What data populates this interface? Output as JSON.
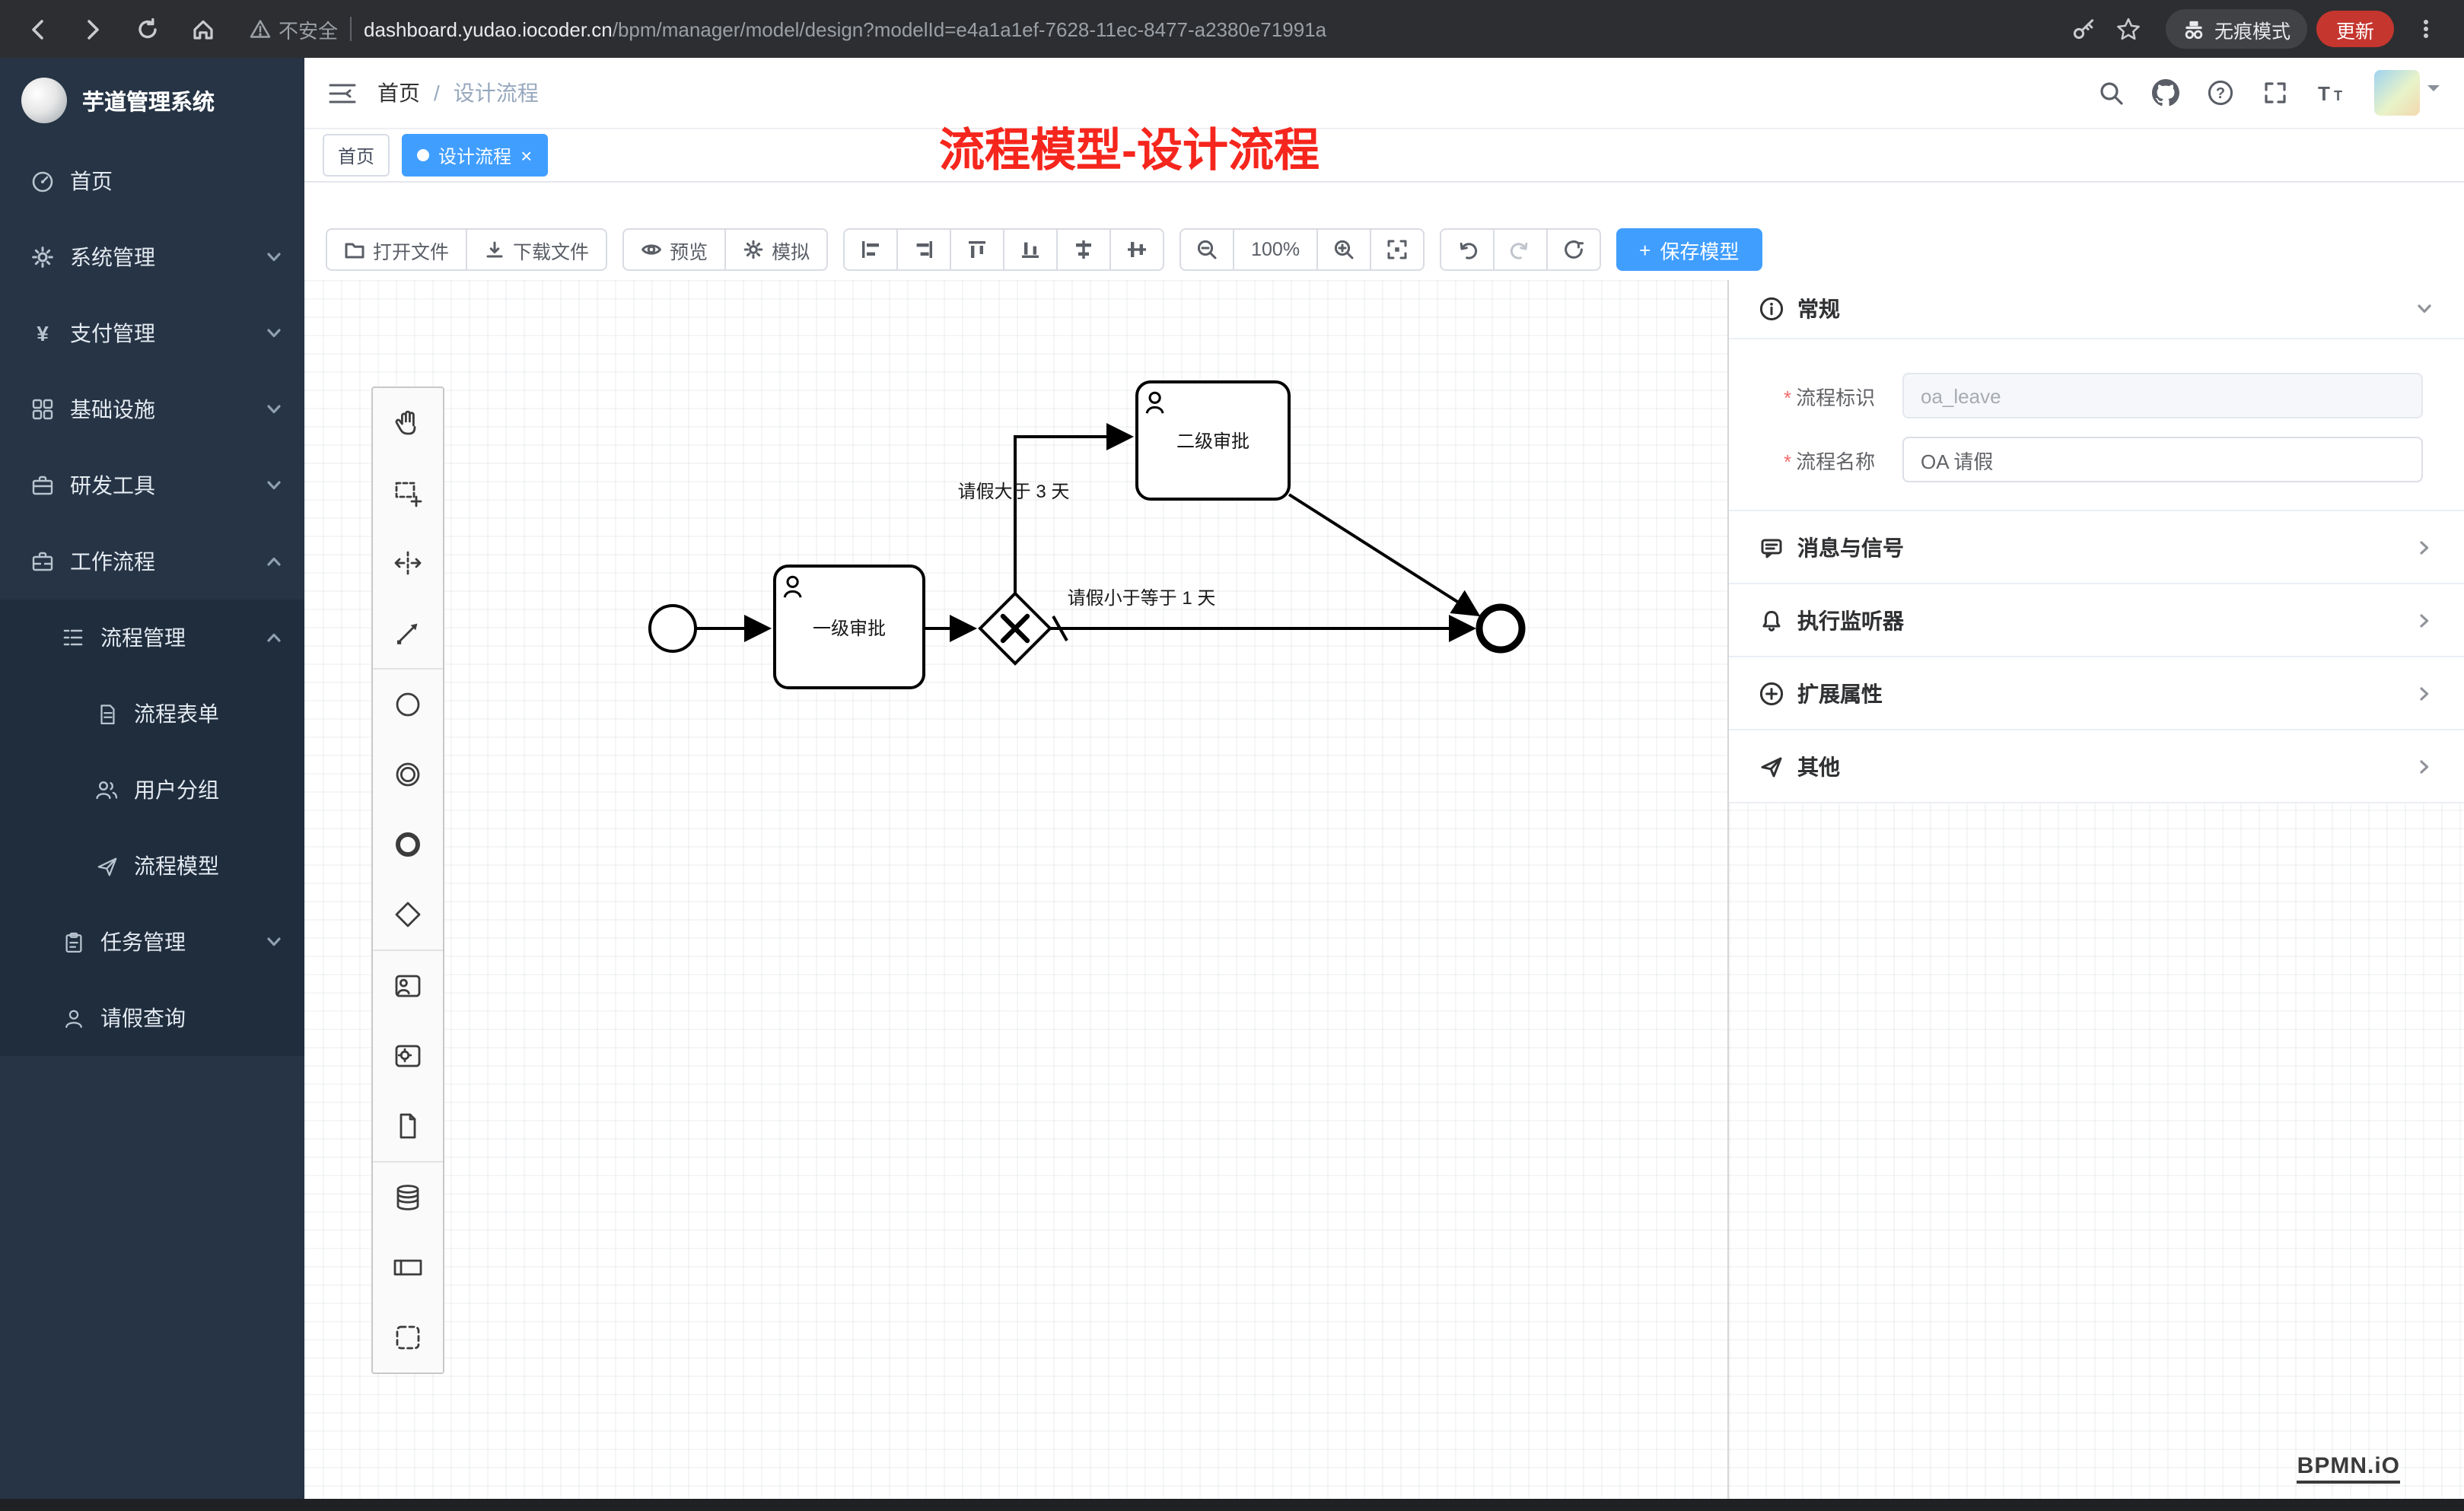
{
  "colors": {
    "accent": "#409eff",
    "annotation_red": "#f5261d",
    "sidebar_bg": "#263445",
    "submenu_bg": "#1f2d3d"
  },
  "browser": {
    "security_label": "不安全",
    "url_domain": "dashboard.yudao.iocoder.cn",
    "url_path": "/bpm/manager/model/design?modelId=e4a1a1ef-7628-11ec-8477-a2380e71991a",
    "incognito_label": "无痕模式",
    "update_label": "更新"
  },
  "sidebar": {
    "app_title": "芋道管理系统",
    "items": [
      {
        "label": "首页"
      },
      {
        "label": "系统管理"
      },
      {
        "label": "支付管理"
      },
      {
        "label": "基础设施"
      },
      {
        "label": "研发工具"
      },
      {
        "label": "工作流程"
      },
      {
        "label": "流程管理"
      },
      {
        "label": "流程表单"
      },
      {
        "label": "用户分组"
      },
      {
        "label": "流程模型"
      },
      {
        "label": "任务管理"
      },
      {
        "label": "请假查询"
      }
    ]
  },
  "icons": {
    "yen": "¥"
  },
  "navbar": {
    "breadcrumb_home": "首页",
    "breadcrumb_sep": "/",
    "breadcrumb_current": "设计流程"
  },
  "annotation": "流程模型-设计流程",
  "tabs": {
    "home": "首页",
    "active": "设计流程",
    "close": "×"
  },
  "toolbar": {
    "open": "打开文件",
    "download": "下载文件",
    "preview": "预览",
    "simulate": "模拟",
    "zoom_level": "100%",
    "save_plus": "+",
    "save": "保存模型"
  },
  "panel": {
    "general_title": "常规",
    "required_mark": "*",
    "key_label": "流程标识",
    "key_value": "oa_leave",
    "name_label": "流程名称",
    "name_value": "OA 请假",
    "sections": [
      {
        "label": "消息与信号"
      },
      {
        "label": "执行监听器"
      },
      {
        "label": "扩展属性"
      },
      {
        "label": "其他"
      }
    ]
  },
  "diagram": {
    "task1": "一级审批",
    "task2": "二级审批",
    "flow_gt": "请假大于 3 天",
    "flow_le": "请假小于等于 1 天"
  },
  "bpmn_logo": "BPMN.iO"
}
